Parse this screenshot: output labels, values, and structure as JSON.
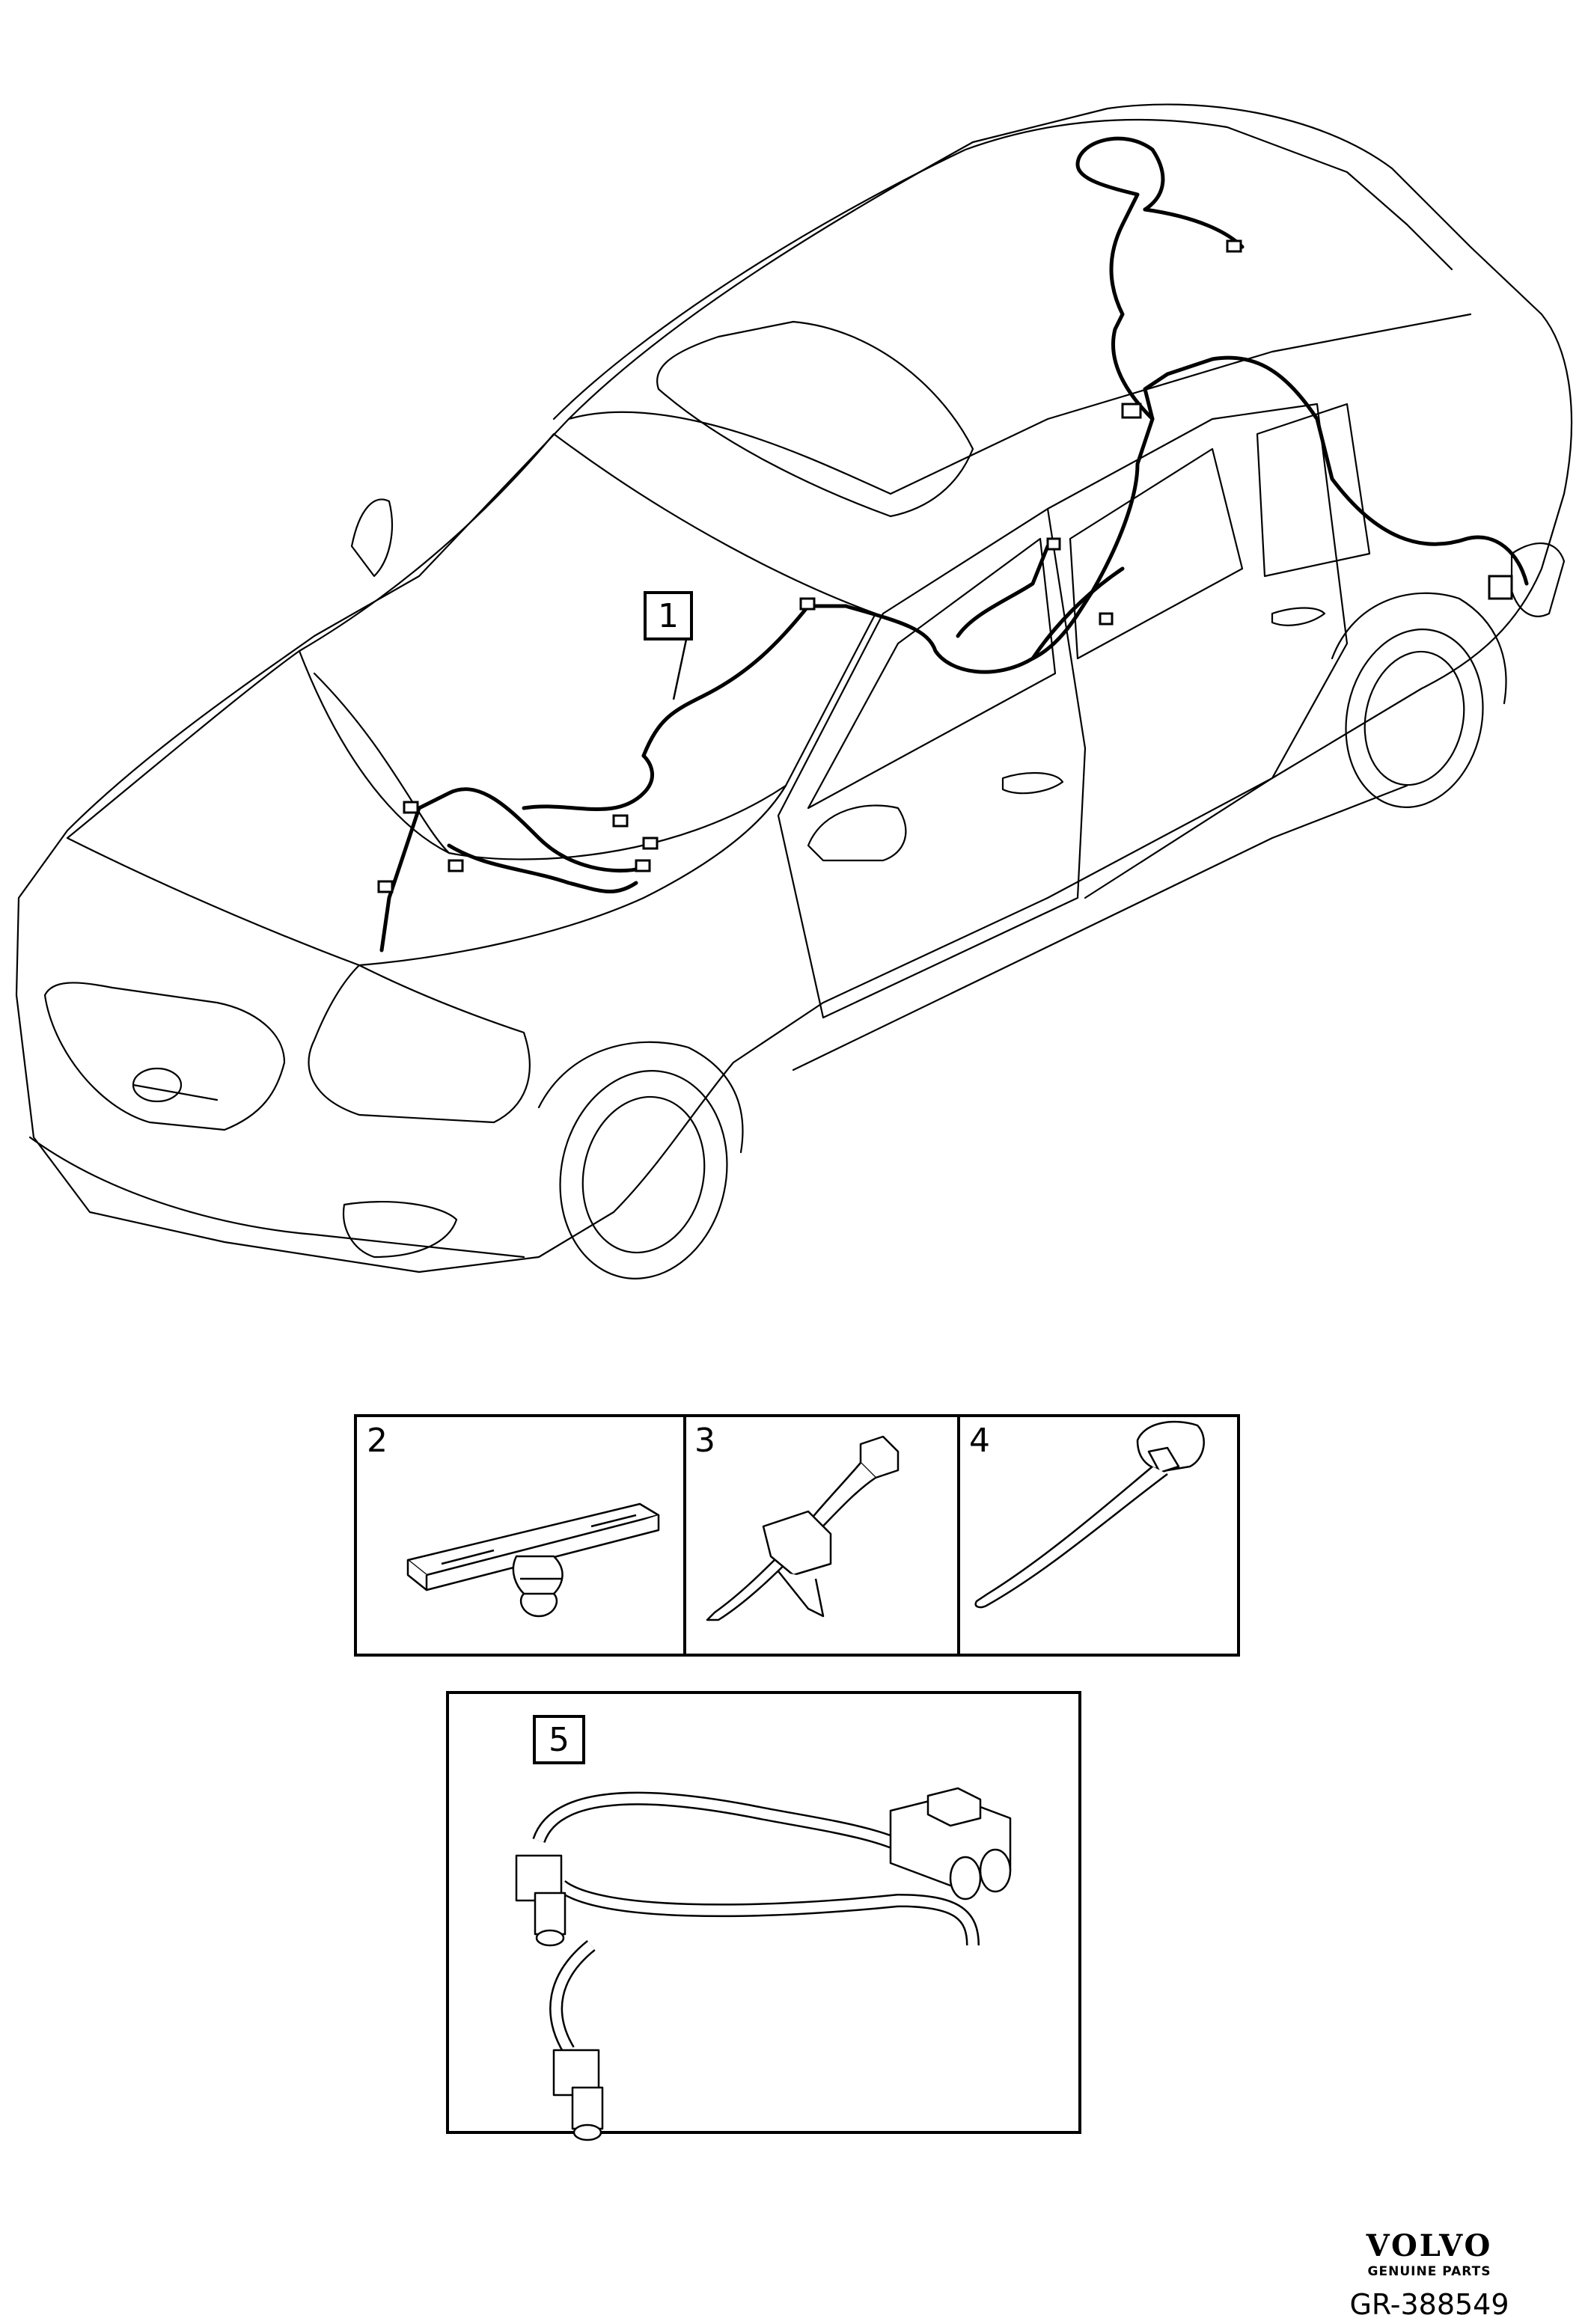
{
  "callouts": {
    "harness": "1",
    "clip": "2",
    "tie_mount": "3",
    "cable_tie": "4",
    "cable_kit": "5"
  },
  "brand": {
    "name": "VOLVO",
    "subtitle": "GENUINE PARTS"
  },
  "reference": "GR-388549",
  "colors": {
    "line": "#000000",
    "background": "#ffffff"
  }
}
